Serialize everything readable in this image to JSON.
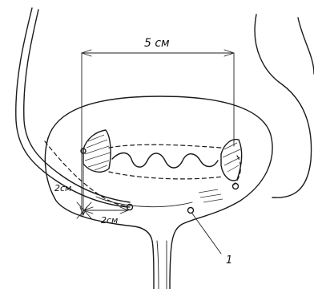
{
  "labels": {
    "top_distance": "5 см",
    "left_vertical_distance": "2см",
    "bottom_distance": "2см",
    "marker_number": "1"
  }
}
